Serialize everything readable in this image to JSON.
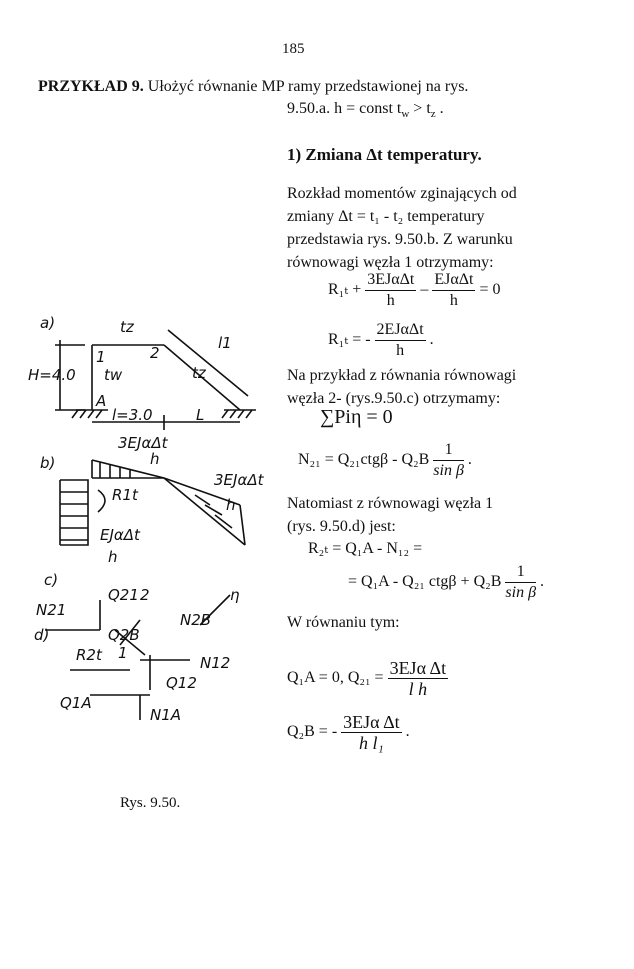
{
  "page_number": "185",
  "header": {
    "label": "PRZYKŁAD 9.",
    "line1": "Ułożyć równanie MP ramy przedstawionej na rys.",
    "line2": "9.50.a. h = const  t",
    "line2_sub1": "w",
    "line2_mid": " > t",
    "line2_sub2": "z",
    "line2_end": " ."
  },
  "section_title": "1) Zmiana Δt temperatury.",
  "paragraph1": [
    "Rozkład momentów zginających od",
    "zmiany Δt = t₁ - t₂ temperatury",
    "przedstawia rys. 9.50.b. Z warunku",
    "równowagi węzła 1 otrzymamy:"
  ],
  "eq1": {
    "lhs": "R₁ₜ +",
    "f1_num": "3EJαΔt",
    "f1_den": "h",
    "op": "–",
    "f2_num": "EJαΔt",
    "f2_den": "h",
    "rhs": "= 0"
  },
  "eq2": {
    "lhs": "R₁ₜ = -",
    "num": "2EJαΔt",
    "den": "h",
    "end": "."
  },
  "paragraph2": [
    "Na przykład z równania równowagi",
    "węzła 2- (rys.9.50.c) otrzymamy:"
  ],
  "eq_sum": "∑Piη = 0",
  "eq3": {
    "lhs": "N₂₁ = Q₂₁ctgβ - Q₂B",
    "num": "1",
    "den": "sin β",
    "end": "."
  },
  "paragraph3": [
    "Natomiast z równowagi węzła 1",
    "(rys. 9.50.d) jest:"
  ],
  "eq4": "R₂ₜ = Q₁A - N₁₂ =",
  "eq5": {
    "lhs": "= Q₁A - Q₂₁ ctgβ + Q₂B",
    "num": "1",
    "den": "sin β",
    "end": "."
  },
  "paragraph4": "W równaniu tym:",
  "eq6": {
    "lhs": "Q₁A = 0,  Q₂₁ =",
    "num": "3EJα Δt",
    "den": "l h"
  },
  "eq7": {
    "lhs": "Q₂B = -",
    "num": "3EJα Δt",
    "den": "h l₁",
    "end": "."
  },
  "figure": {
    "caption": "Rys. 9.50.",
    "labels": {
      "a": "a)",
      "tz_top": "tz",
      "one": "1",
      "two": "2",
      "tw1": "tw",
      "tz_side": "tz",
      "l1": "l1",
      "H4": "H=4.0",
      "A": "A",
      "L30": "l=3.0",
      "L": "L",
      "b": "b)",
      "eja_top": "3EJαΔt",
      "h1": "h",
      "eja_right": "3EJαΔt",
      "h2": "h",
      "R1t": "R1t",
      "eja_bottom": "EJαΔt",
      "h3": "h",
      "c": "c)",
      "Q21": "Q21",
      "two_c": "2",
      "eta": "η",
      "N21": "N21",
      "Q2B": "Q2B",
      "N2B": "N2B",
      "d": "d)",
      "R2t": "R2t",
      "one_d": "1",
      "N12": "N12",
      "Q12": "Q12",
      "Q1A": "Q1A",
      "N1A": "N1A"
    }
  }
}
